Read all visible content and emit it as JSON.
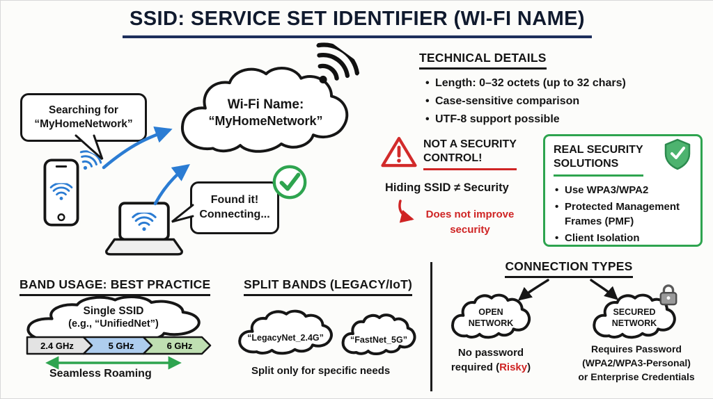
{
  "title": "SSID: SERVICE SET IDENTIFIER (WI-FI NAME)",
  "discovery": {
    "search_bubble": {
      "line1": "Searching for",
      "line2": "“MyHomeNetwork”"
    },
    "cloud": {
      "line1": "Wi-Fi Name:",
      "line2": "“MyHomeNetwork”"
    },
    "found_bubble": {
      "line1": "Found it!",
      "line2": "Connecting..."
    }
  },
  "technical": {
    "heading": "TECHNICAL DETAILS",
    "items": [
      "Length: 0–32 octets (up to 32 chars)",
      "Case-sensitive comparison",
      "UTF-8 support possible"
    ]
  },
  "warning": {
    "heading_line1": "NOT A SECURITY",
    "heading_line2": "CONTROL!",
    "statement": "Hiding SSID ≠ Security",
    "note_line1": "Does not improve",
    "note_line2": "security"
  },
  "security_box": {
    "heading_line1": "REAL SECURITY",
    "heading_line2": "SOLUTIONS",
    "items": [
      "Use WPA3/WPA2",
      "Protected Management Frames (PMF)",
      "Client Isolation"
    ]
  },
  "band_usage": {
    "heading": "BAND USAGE: BEST PRACTICE",
    "cloud_line1": "Single SSID",
    "cloud_line2": "(e.g., “UnifiedNet”)",
    "bands": [
      "2.4 GHz",
      "5 GHz",
      "6 GHz"
    ],
    "roaming_label": "Seamless Roaming"
  },
  "split_bands": {
    "heading": "SPLIT BANDS (LEGACY/IoT)",
    "cloud1": "“LegacyNet_2.4G”",
    "cloud2": "“FastNet_5G”",
    "note": "Split only for specific needs"
  },
  "connection_types": {
    "heading": "CONNECTION TYPES",
    "open": {
      "name_line1": "OPEN",
      "name_line2": "NETWORK",
      "desc_line1": "No password",
      "desc_line2_pre": "required (",
      "desc_risky": "Risky",
      "desc_line2_post": ")"
    },
    "secured": {
      "name_line1": "SECURED",
      "name_line2": "NETWORK",
      "desc_line1": "Requires Password",
      "desc_line2": "(WPA2/WPA3-Personal)",
      "desc_line3": "or Enterprise Credentials"
    }
  },
  "colors": {
    "accent_blue": "#2b7cd3",
    "alert_red": "#cf2424",
    "success_green": "#2ea44f",
    "title_navy": "#1d2f5c",
    "band_24ghz": "#e3e3e3",
    "band_5ghz": "#aecdee",
    "band_6ghz": "#bfdfb2"
  },
  "icons": {
    "phone": "smartphone-icon",
    "laptop": "laptop-icon",
    "wifi": "wifi-signal-icon",
    "check": "check-circle-icon",
    "warning": "warning-triangle-icon",
    "shield": "shield-check-icon",
    "lock": "padlock-icon"
  }
}
